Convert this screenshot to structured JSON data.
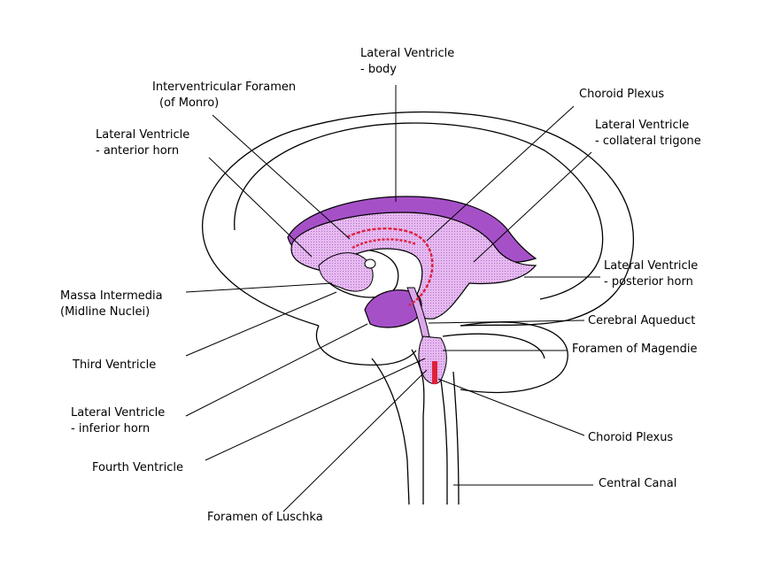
{
  "diagram": {
    "colors": {
      "ventricle_fill": "#dca8ec",
      "ventricle_dark": "#a650c8",
      "choroid_plexus": "#e0203a",
      "outline": "#000000"
    },
    "labels": {
      "lat_body": [
        "Lateral Ventricle",
        "- body"
      ],
      "interventricular": [
        "Interventricular Foramen",
        "(of Monro)"
      ],
      "choroid_top": [
        "Choroid Plexus"
      ],
      "lat_anterior": [
        "Lateral Ventricle",
        "- anterior horn"
      ],
      "lat_trigone": [
        "Lateral Ventricle",
        "- collateral trigone"
      ],
      "lat_posterior": [
        "Lateral Ventricle",
        "- posterior horn"
      ],
      "massa": [
        "Massa Intermedia",
        "(Midline Nuclei)"
      ],
      "aqueduct": [
        "Cerebral Aqueduct"
      ],
      "magendie": [
        "Foramen of Magendie"
      ],
      "third": [
        "Third Ventricle"
      ],
      "lat_inferior": [
        "Lateral Ventricle",
        "- inferior horn"
      ],
      "choroid_bottom": [
        "Choroid Plexus"
      ],
      "fourth": [
        "Fourth Ventricle"
      ],
      "central_canal": [
        "Central Canal"
      ],
      "luschka": [
        "Foramen of Luschka"
      ]
    }
  }
}
